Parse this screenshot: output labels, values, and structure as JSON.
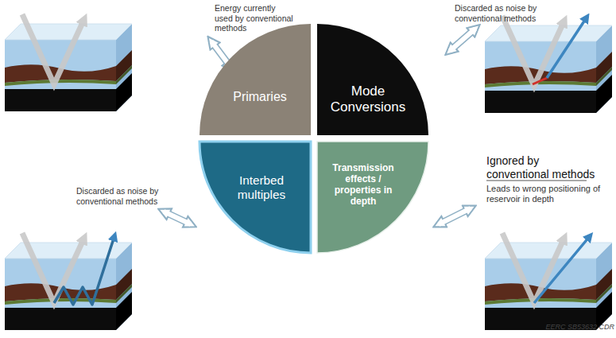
{
  "diagram": {
    "nodes": [
      {
        "text": [
          "Primaries"
        ]
      },
      {
        "text": [
          "Mode Conversions"
        ]
      },
      {
        "text": [
          "Interbed multiples"
        ]
      },
      {
        "text": [
          "Transmission effects / properties in depth"
        ]
      }
    ],
    "labels": [
      "Energy currently used by conventional methods",
      "Discarded as noise by conventional methods",
      "Discarded as noise by conventional methods",
      "Ignored by conventional methods",
      "Leads to wrong positioning of reservoir in depth",
      "EERC SB53632 CDR"
    ]
  }
}
